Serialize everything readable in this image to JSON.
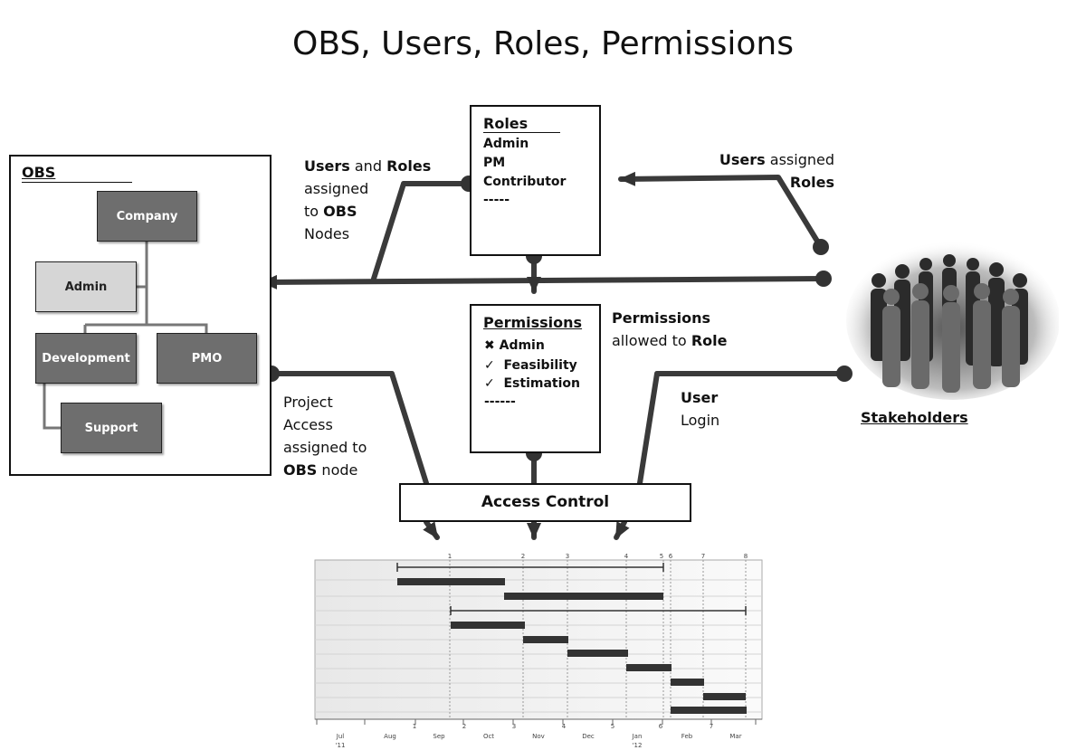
{
  "title": "OBS, Users, Roles, Permissions",
  "obs": {
    "header": "OBS",
    "nodes": {
      "company": "Company",
      "admin": "Admin",
      "development": "Development",
      "pmo": "PMO",
      "support": "Support"
    }
  },
  "roles": {
    "header": "Roles",
    "items": [
      "Admin",
      "PM",
      "Contributor",
      "-----"
    ]
  },
  "permissions": {
    "header": "Permissions",
    "items": [
      {
        "mark": "✖",
        "label": "Admin"
      },
      {
        "mark": "✓",
        "label": "Feasibility"
      },
      {
        "mark": "✓",
        "label": "Estimation"
      },
      {
        "mark": "",
        "label": "------"
      }
    ]
  },
  "access_control": "Access Control",
  "labels": {
    "users_roles_obs": [
      "Users",
      "and",
      "Roles",
      "assigned",
      "to",
      "OBS",
      "Nodes"
    ],
    "users_assigned_roles": [
      "Users",
      "assigned",
      "Roles"
    ],
    "permissions_allowed": [
      "Permissions",
      "allowed to",
      "Role"
    ],
    "project_access": [
      "Project",
      "Access",
      "assigned to",
      "OBS",
      "node"
    ],
    "user_login": [
      "User",
      "Login"
    ],
    "stakeholders": "Stakeholders"
  },
  "gantt": {
    "top_markers": [
      "1",
      "2",
      "3",
      "4",
      "5",
      "6",
      "7",
      "8"
    ],
    "month_labels": [
      "Jul",
      "Aug",
      "Sep",
      "Oct",
      "Nov",
      "Dec",
      "Jan",
      "Feb",
      "Mar"
    ],
    "year_labels": [
      "'11",
      "'12"
    ],
    "bottom_markers": [
      "1",
      "2",
      "3",
      "4",
      "5",
      "6",
      "7"
    ]
  }
}
